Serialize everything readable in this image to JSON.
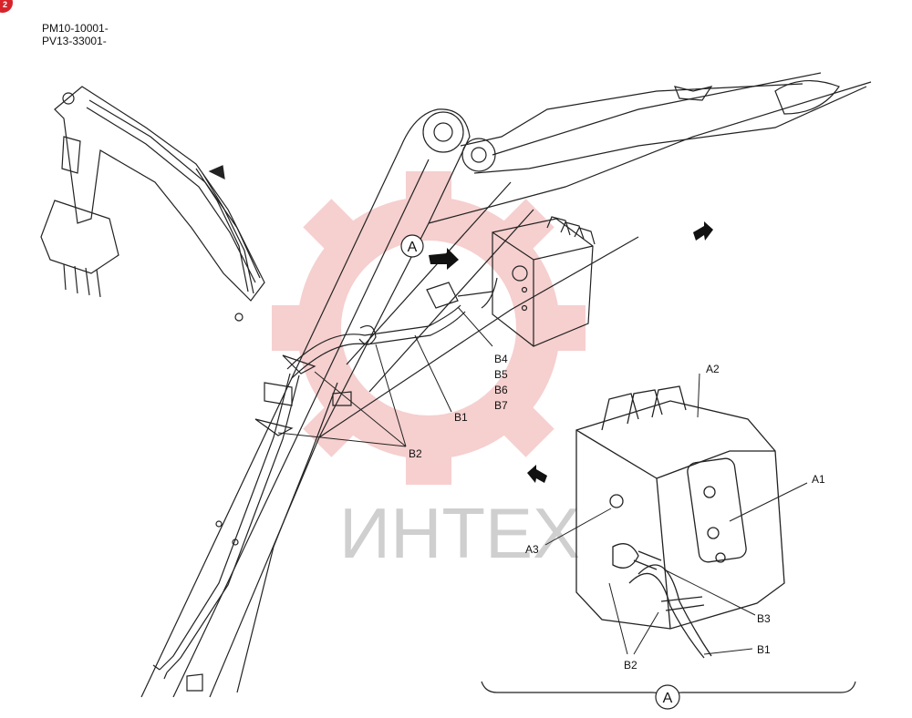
{
  "header": {
    "serial_line_1": "PM10-10001-",
    "serial_line_2": "PV13-33001-"
  },
  "badge": {
    "text": "2",
    "color": "#d8232a"
  },
  "watermark": {
    "text": "ИНТЕХ",
    "color": "#f3b8b8"
  },
  "labels": {
    "A2": "A2",
    "A1": "A1",
    "A3": "A3",
    "B1_top": "B1",
    "B1_bottom": "B1",
    "B2_top": "B2",
    "B2_bottom": "B2",
    "B3": "B3",
    "B4": "B4",
    "B5": "B5",
    "B6": "B6",
    "B7": "B7",
    "view_marker_top": "A",
    "view_marker_bottom": "A"
  },
  "icons": [
    "view-direction-arrow-icon",
    "excavator-arm-icon",
    "gear-watermark-icon"
  ]
}
